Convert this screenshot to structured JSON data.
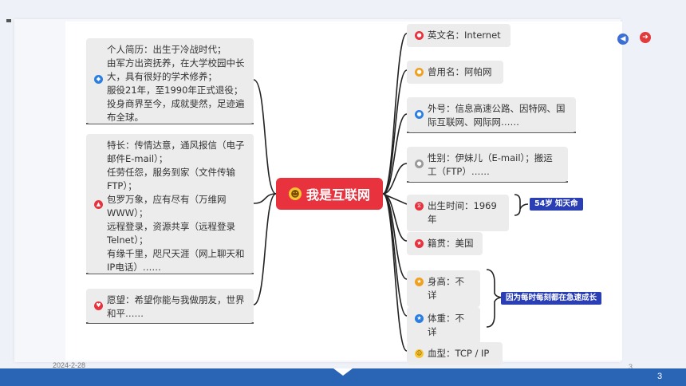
{
  "central": {
    "label": "我是互联网",
    "icon": "grinning-face-icon"
  },
  "left_nodes": [
    {
      "text": "个人简历：出生于冷战时代；\n由军方出资抚养，在大学校园中长大，具有很好的学术修养；\n服役21年，至1990年正式退役；\n投身商界至今，成就斐然，足迹遍布全球。",
      "icon": "shield-icon",
      "icon_color": "#2a7de1"
    },
    {
      "text": "特长：传情达意，通风报信（电子邮件E-mail）；\n任劳任怨，服务到家（文件传输FTP）；\n包罗万象，应有尽有（万维网WWW）；\n远程登录，资源共享（远程登录Telnet）；\n有缘千里，咫尺天涯（网上聊天和IP电话）……",
      "icon": "thumbs-up-icon",
      "icon_color": "#e8323e"
    },
    {
      "text": "愿望：希望你能与我做朋友，世界和平……",
      "icon": "heart-icon",
      "icon_color": "#e8323e"
    }
  ],
  "right_nodes": [
    {
      "text": "英文名：Internet",
      "icon": "person-icon",
      "icon_color": "#e8323e"
    },
    {
      "text": "曾用名：阿帕网",
      "icon": "person-icon",
      "icon_color": "#f0a020"
    },
    {
      "text": "外号：信息高速公路、因特网、国际互联网、网际网……",
      "icon": "person-icon",
      "icon_color": "#2a7de1"
    },
    {
      "text": "性别：伊妹儿（E-mail）；搬运工（FTP）……",
      "icon": "person-icon",
      "icon_color": "#9a9a9a"
    },
    {
      "text": "出生时间：1969年",
      "icon": "hourglass-icon",
      "icon_color": "#e8323e"
    },
    {
      "text": "籍贯：美国",
      "icon": "star-icon",
      "icon_color": "#e8323e"
    },
    {
      "text": "身高：不详",
      "icon": "star-icon",
      "icon_color": "#f0a020"
    },
    {
      "text": "体重：不详",
      "icon": "star-icon",
      "icon_color": "#2a7de1"
    },
    {
      "text": "血型：TCP / IP",
      "icon": "smile-icon",
      "icon_color": "#f7c531"
    }
  ],
  "annotations": {
    "age": "54岁 知天命",
    "growth": "因为每时每刻都在急速成长"
  },
  "footer": {
    "date": "2024-2-28",
    "page_small": "3",
    "page": "3"
  }
}
